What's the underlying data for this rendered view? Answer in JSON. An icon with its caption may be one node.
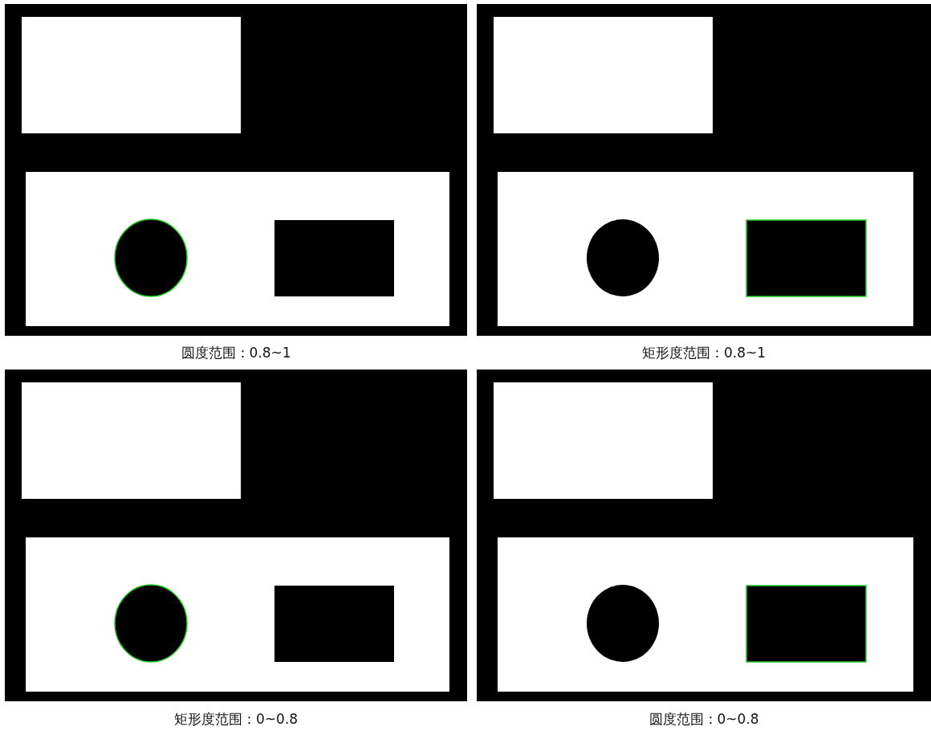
{
  "diagram": {
    "labels": [
      "圆度范围：0.8~1",
      "矩形度范围：0.8~1",
      "矩形度范围：0~0.8",
      "圆度范围：0~0.8"
    ]
  }
}
